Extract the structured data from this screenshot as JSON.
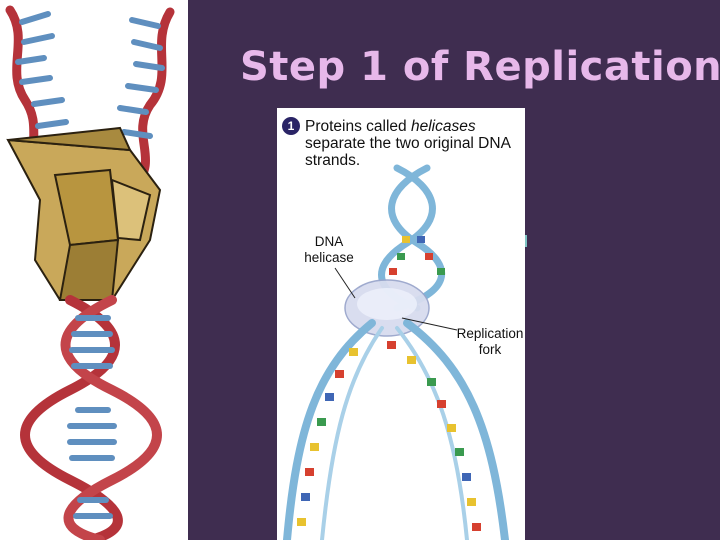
{
  "slide": {
    "title": "Step 1 of Replication",
    "figure": {
      "step_number": "1",
      "caption_prefix": "Proteins called ",
      "caption_emphasis": "helicases",
      "caption_suffix": " separate the two original DNA strands.",
      "label_helicase": "DNA helicase",
      "label_fork": "Replication fork"
    },
    "colors": {
      "background": "#3f2d50",
      "title": "#e7b8ea",
      "helix_red": "#b5333a",
      "base_blue": "#5f8fbf",
      "zipper": "#c9a85a",
      "strand_blue": "#7fb6d9"
    },
    "icons": [
      "dna-zipper-illustration",
      "replication-fork-diagram"
    ]
  }
}
